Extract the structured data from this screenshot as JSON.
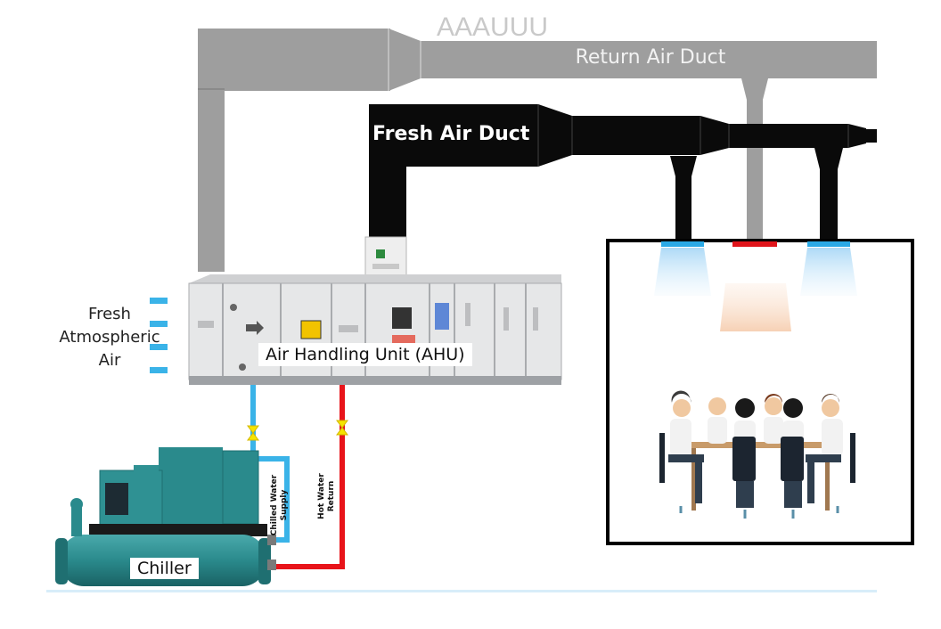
{
  "diagram": {
    "return_air_duct_label": "Return Air Duct",
    "fresh_air_duct_label": "Fresh Air Duct",
    "ahu_label": "Air Handling Unit (AHU)",
    "fresh_atmospheric_air_lines": [
      "Fresh",
      "Atmospheric",
      "Air"
    ],
    "chiller_label": "Chiller",
    "chilled_water_supply_lines": [
      "Chilled Water",
      "Supply"
    ],
    "hot_water_return_lines": [
      "Hot Water",
      "Return"
    ]
  },
  "colors": {
    "return_duct": "#9e9e9e",
    "fresh_duct": "#0a0a0a",
    "chilled_water_pipe": "#3ab3e8",
    "hot_water_pipe": "#e8141a",
    "supply_diffuser": "#2aa9e6",
    "return_grille": "#e0141a",
    "ahu_body": "#e6e7e8",
    "chiller_body": "#2e8b8c",
    "room_border": "#000000"
  }
}
